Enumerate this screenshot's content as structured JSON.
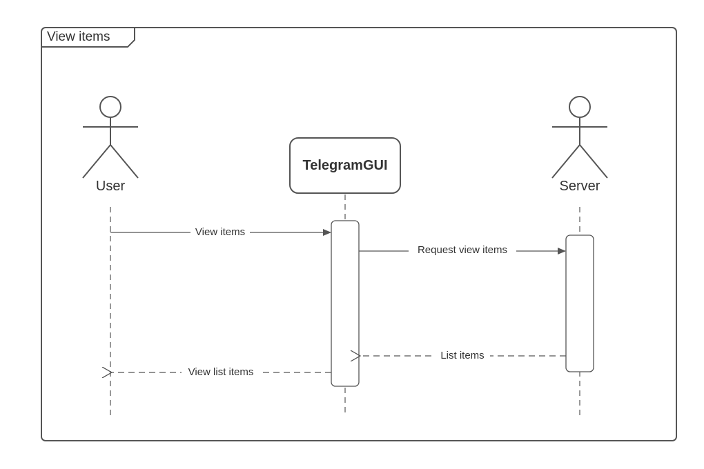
{
  "frame": {
    "title": "View items"
  },
  "participants": {
    "user": {
      "label": "User",
      "kind": "actor"
    },
    "gui": {
      "label": "TelegramGUI",
      "kind": "box"
    },
    "server": {
      "label": "Server",
      "kind": "actor"
    }
  },
  "messages": [
    {
      "label": "View items",
      "from": "user",
      "to": "gui",
      "style": "solid"
    },
    {
      "label": "Request view items",
      "from": "gui",
      "to": "server",
      "style": "solid"
    },
    {
      "label": "List items",
      "from": "server",
      "to": "gui",
      "style": "dashed"
    },
    {
      "label": "View list items",
      "from": "gui",
      "to": "user",
      "style": "dashed"
    }
  ],
  "colors": {
    "line": "#555555",
    "text": "#333333",
    "background": "#ffffff"
  }
}
